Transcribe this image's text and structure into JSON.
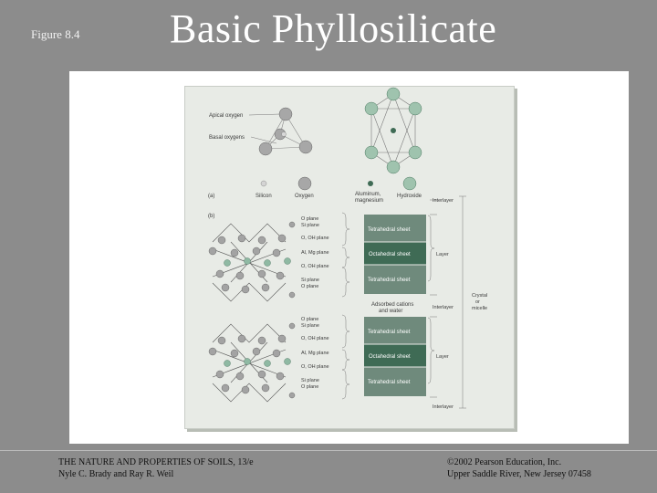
{
  "slide": {
    "figure_label": "Figure 8.4",
    "title": "Basic Phyllosilicate"
  },
  "figure": {
    "panel_a": {
      "tag": "(a)",
      "apical_label": "Apical oxygen",
      "basal_label": "Basal oxygens",
      "legend": [
        "Silicon",
        "Oxygen",
        "Aluminum,\nmagnesium",
        "Hydroxide"
      ]
    },
    "panel_b": {
      "tag": "(b)",
      "plane_labels_layer1": [
        "O plane",
        "Si plane",
        "O, OH plane",
        "Al, Mg plane",
        "O, OH plane",
        "Si plane",
        "O plane"
      ],
      "plane_labels_layer2": [
        "O plane",
        "Si plane",
        "O, OH plane",
        "Al, Mg plane",
        "O, OH plane",
        "Si plane",
        "O plane"
      ],
      "sheets_layer1": [
        "Tetrahedral sheet",
        "Octahedral sheet",
        "Tetrahedral sheet"
      ],
      "sheets_layer2": [
        "Tetrahedral sheet",
        "Octahedral sheet",
        "Tetrahedral sheet"
      ],
      "adsorbed_label": "Adsorbed cations\nand water",
      "right_labels": {
        "interlayer": "Interlayer",
        "layer": "Layer",
        "crystal": "Crystal\nor\nmicelle"
      }
    },
    "colors": {
      "tetrahedral": "#6f8a7c",
      "octahedral": "#3f6b55",
      "atom_grey": "#9a9a9a",
      "atom_green": "#8fb9a3"
    }
  },
  "footer": {
    "left_line1": "THE NATURE AND PROPERTIES OF SOILS, 13/e",
    "left_line2": "Nyle C. Brady and Ray R. Weil",
    "right_line1": "©2002 Pearson Education, Inc.",
    "right_line2": "Upper Saddle River, New Jersey 07458"
  }
}
